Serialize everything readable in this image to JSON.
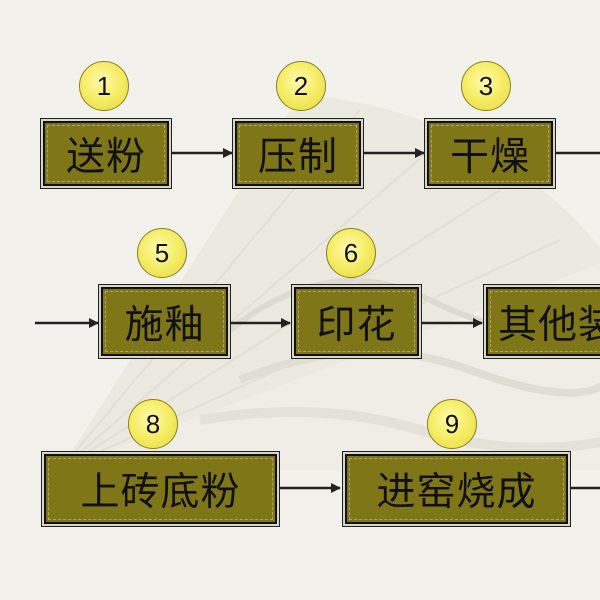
{
  "diagram": {
    "row1": {
      "steps": [
        {
          "number": "1",
          "label": "送粉"
        },
        {
          "number": "2",
          "label": "压制"
        },
        {
          "number": "3",
          "label": "干燥"
        }
      ]
    },
    "row2": {
      "steps": [
        {
          "number": "5",
          "label": "施釉"
        },
        {
          "number": "6",
          "label": "印花"
        },
        {
          "number": "",
          "label": "其他装饰"
        }
      ]
    },
    "row3": {
      "steps": [
        {
          "number": "8",
          "label": "上砖底粉"
        },
        {
          "number": "9",
          "label": "进窑烧成"
        }
      ]
    }
  },
  "colors": {
    "box_fill": "#7f7717",
    "badge_fill": "#f6ee6a",
    "background": "#f2f1ec"
  }
}
